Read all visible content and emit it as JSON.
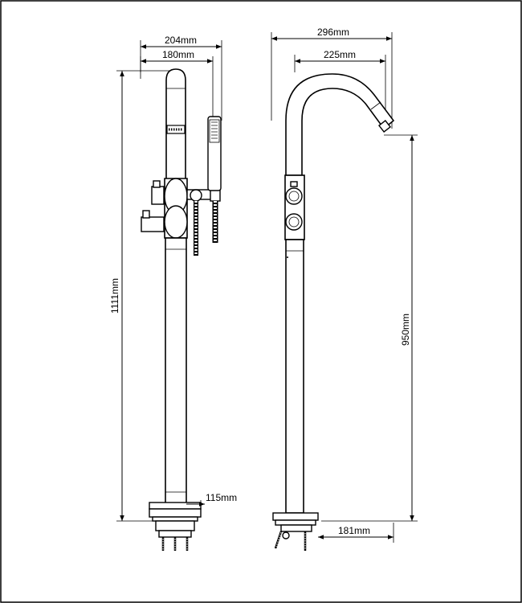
{
  "dimensions": {
    "front_overall_width": "204mm",
    "front_spout_width": "180mm",
    "side_overall_width": "296mm",
    "side_spout_reach": "225mm",
    "overall_height": "1111mm",
    "spout_height": "950mm",
    "base_plate_width": "115mm",
    "base_offset": "181mm"
  },
  "colors": {
    "line": "#000000",
    "background": "#ffffff"
  }
}
